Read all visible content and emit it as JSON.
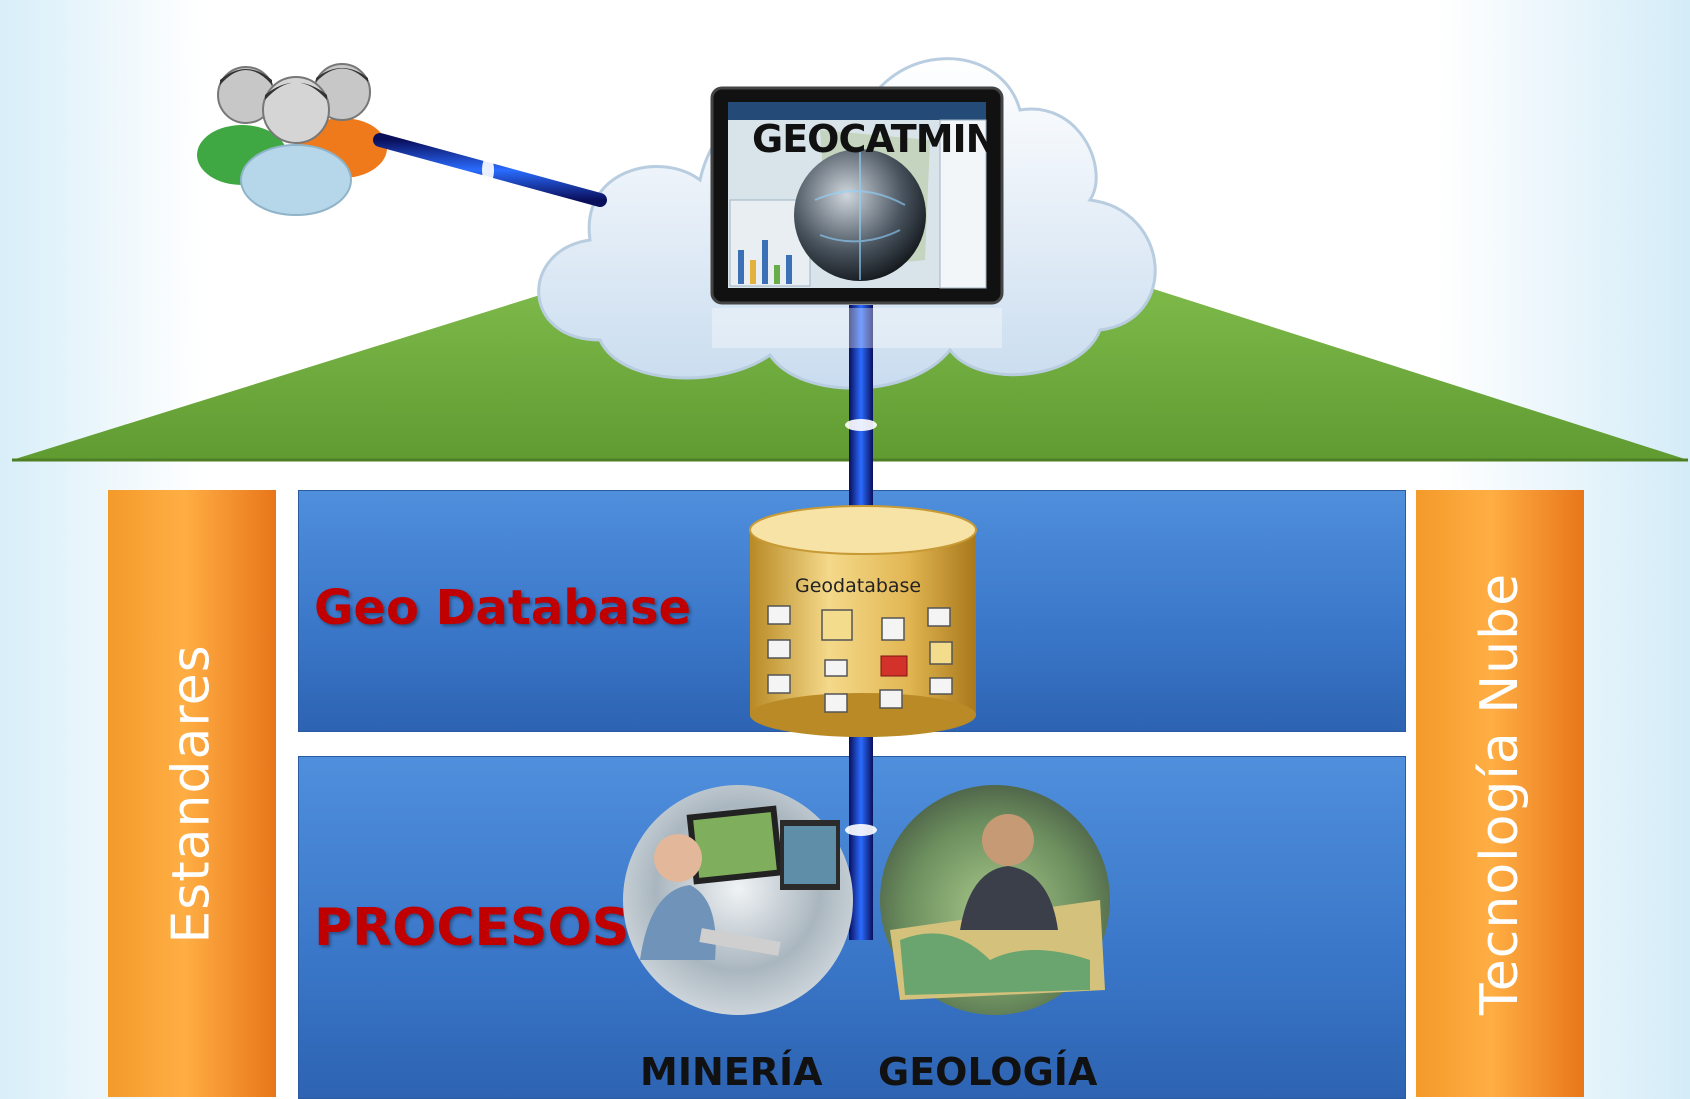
{
  "diagram": {
    "server_label": "GEOCATMIN",
    "database_label": "Geodatabase",
    "layers": [
      {
        "title": "Geo Database"
      },
      {
        "title": "PROCESOS"
      }
    ],
    "pillars": {
      "left": "Estandares",
      "right": "Tecnología Nube"
    },
    "process_captions": [
      "MINERÍA",
      "GEOLOGÍA"
    ],
    "icons": {
      "users": "users-group-icon",
      "cloud": "cloud-icon",
      "monitor": "monitor-globe-icon",
      "database": "database-cylinder-icon"
    },
    "colors": {
      "roof": "#7ab845",
      "band": "#3a76c8",
      "pillar": "#f7962b",
      "title_red": "#c00000",
      "cable": "#0a1f8f"
    }
  }
}
